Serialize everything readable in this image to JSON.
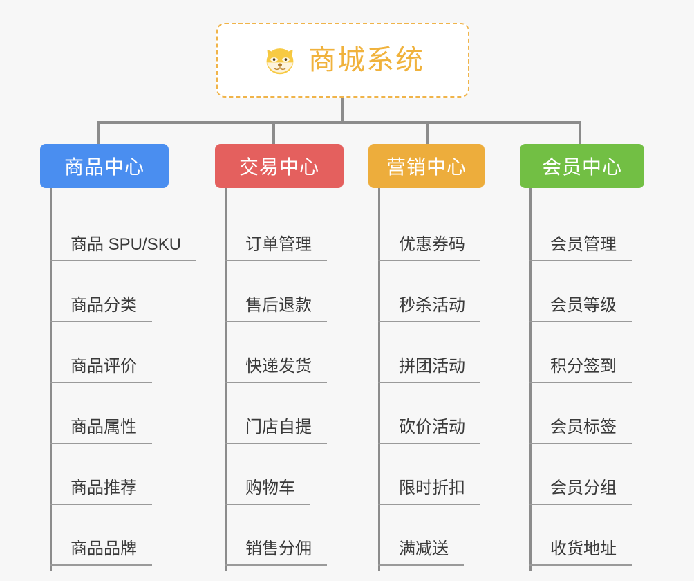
{
  "page": {
    "background_color": "#f7f7f7",
    "type": "mindmap"
  },
  "root": {
    "title": "商城系统",
    "icon": "shiba-dog-face-icon",
    "border_color": "#f0b44a",
    "text_color": "#f0b23c",
    "background_color": "#ffffff"
  },
  "connector_color": "#8c8c8c",
  "categories": [
    {
      "label": "商品中心",
      "color": "#4a8ef0",
      "items": [
        "商品 SPU/SKU",
        "商品分类",
        "商品评价",
        "商品属性",
        "商品推荐",
        "商品品牌"
      ]
    },
    {
      "label": "交易中心",
      "color": "#e4605e",
      "items": [
        "订单管理",
        "售后退款",
        "快递发货",
        "门店自提",
        "购物车",
        "销售分佣"
      ]
    },
    {
      "label": "营销中心",
      "color": "#edad3c",
      "items": [
        "优惠券码",
        "秒杀活动",
        "拼团活动",
        "砍价活动",
        "限时折扣",
        "满减送"
      ]
    },
    {
      "label": "会员中心",
      "color": "#72bf44",
      "items": [
        "会员管理",
        "会员等级",
        "积分签到",
        "会员标签",
        "会员分组",
        "收货地址"
      ]
    }
  ]
}
